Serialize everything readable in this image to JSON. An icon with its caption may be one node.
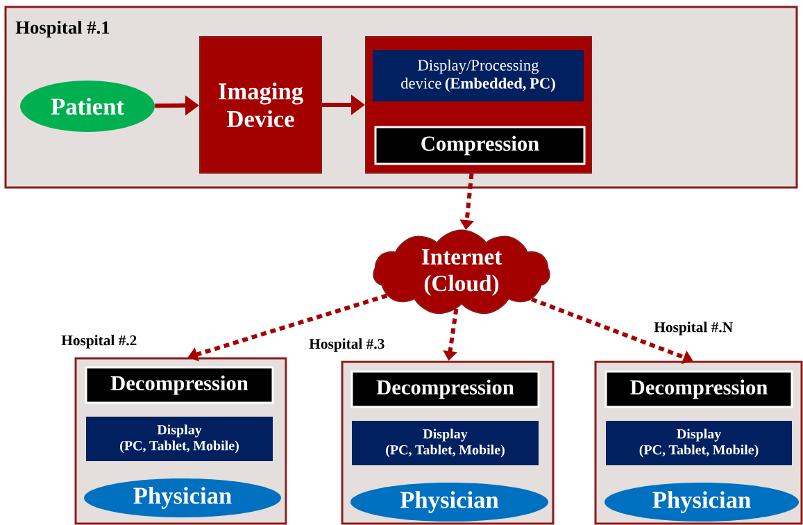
{
  "diagram": {
    "nodes": [
      {
        "text": [
          "Hospital #.1"
        ]
      },
      {
        "text": [
          "Patient"
        ],
        "in": 0
      },
      {
        "text": [
          "Imaging Device"
        ],
        "in": 0
      },
      {
        "text": [],
        "shape": "box",
        "in": 0
      },
      {
        "text": [
          "Display/Processing device **(Embedded, PC)**"
        ],
        "in": 3
      },
      {
        "text": [
          "Compression"
        ],
        "in": 3
      },
      {
        "text": [
          "Internet (Cloud)"
        ]
      },
      {
        "text": [
          "Hospital #.2"
        ]
      },
      {
        "text": [
          "Decompression"
        ],
        "in": 7
      },
      {
        "text": [
          "Display (PC, Tablet, Mobile)"
        ],
        "in": 7
      },
      {
        "text": [
          "Physician"
        ],
        "in": 7
      },
      {
        "text": [
          "Hospital #.3"
        ]
      },
      {
        "text": [
          "Decompression"
        ],
        "in": 11
      },
      {
        "text": [
          "Display (PC, Tablet, Mobile)"
        ],
        "in": 11
      },
      {
        "text": [
          "Physician"
        ],
        "in": 11
      },
      {
        "text": [
          "Hospital #.N"
        ]
      },
      {
        "text": [
          "Decompression"
        ],
        "in": 15
      },
      {
        "text": [
          "Display (PC, Tablet, Mobile)"
        ],
        "in": 15
      },
      {
        "text": [
          "Physician"
        ],
        "in": 15
      }
    ],
    "edges": [
      {
        "from": 1,
        "to": 2,
        "arrow": "to"
      },
      {
        "from": 2,
        "to": 3,
        "arrow": "to"
      },
      {
        "from": 3,
        "to": 6,
        "arrow": "to",
        "style": "dashed"
      },
      {
        "from": 6,
        "to": 7,
        "arrow": "to",
        "style": "dashed"
      },
      {
        "from": 6,
        "to": 11,
        "arrow": "to",
        "style": "dashed"
      },
      {
        "from": 6,
        "to": 15,
        "arrow": "to",
        "style": "dashed"
      }
    ]
  }
}
